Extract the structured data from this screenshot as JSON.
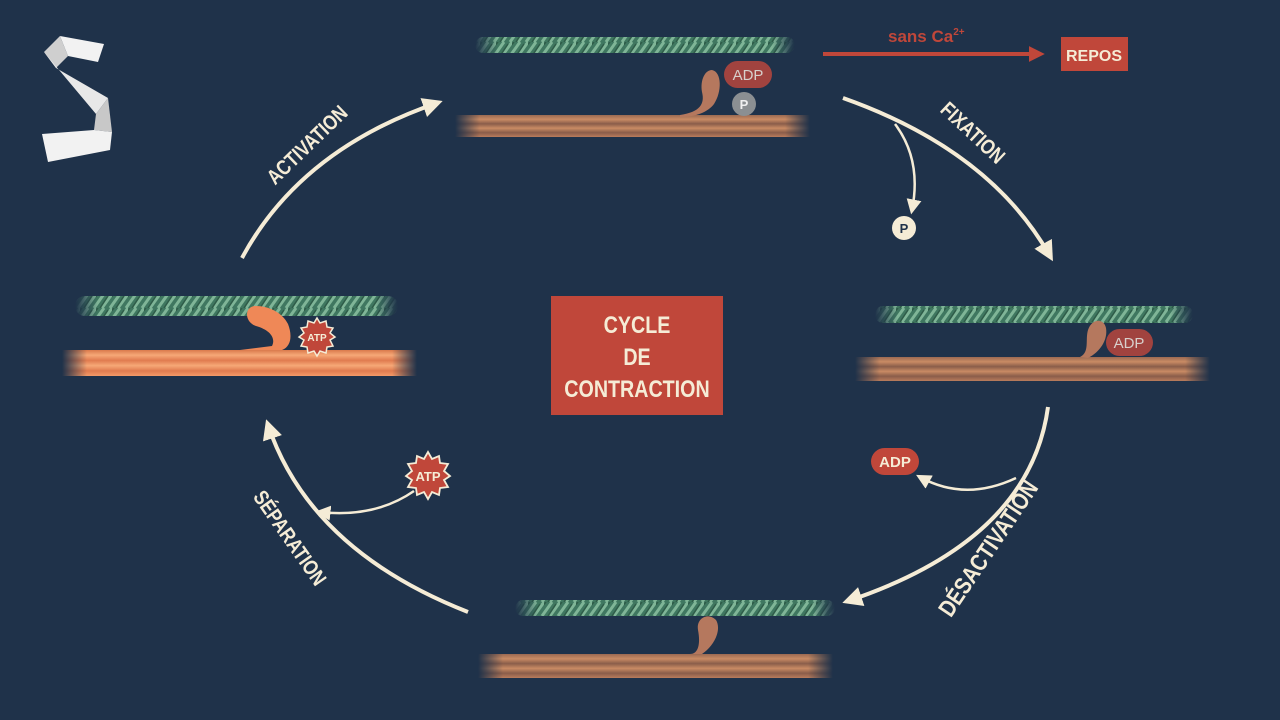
{
  "center_title": [
    "CYCLE",
    "DE",
    "CONTRACTION"
  ],
  "stages": {
    "activation": "ACTIVATION",
    "fixation": "FIXATION",
    "desactivation": "DÉSACTIVATION",
    "separation": "SÉPARATION"
  },
  "rest": {
    "condition_prefix": "sans Ca",
    "condition_superscript": "2+",
    "label": "REPOS"
  },
  "molecules": {
    "adp": "ADP",
    "phosphate": "P",
    "atp": "ATP"
  },
  "colors": {
    "background": "#1f324a",
    "accent_red": "#c0473a",
    "arrow_cream": "#f5ecd6",
    "actin_green": "#5f9a7c",
    "myosin_orange": "#e98a5a"
  },
  "logo_icon": "s-ribbon-logo-icon"
}
